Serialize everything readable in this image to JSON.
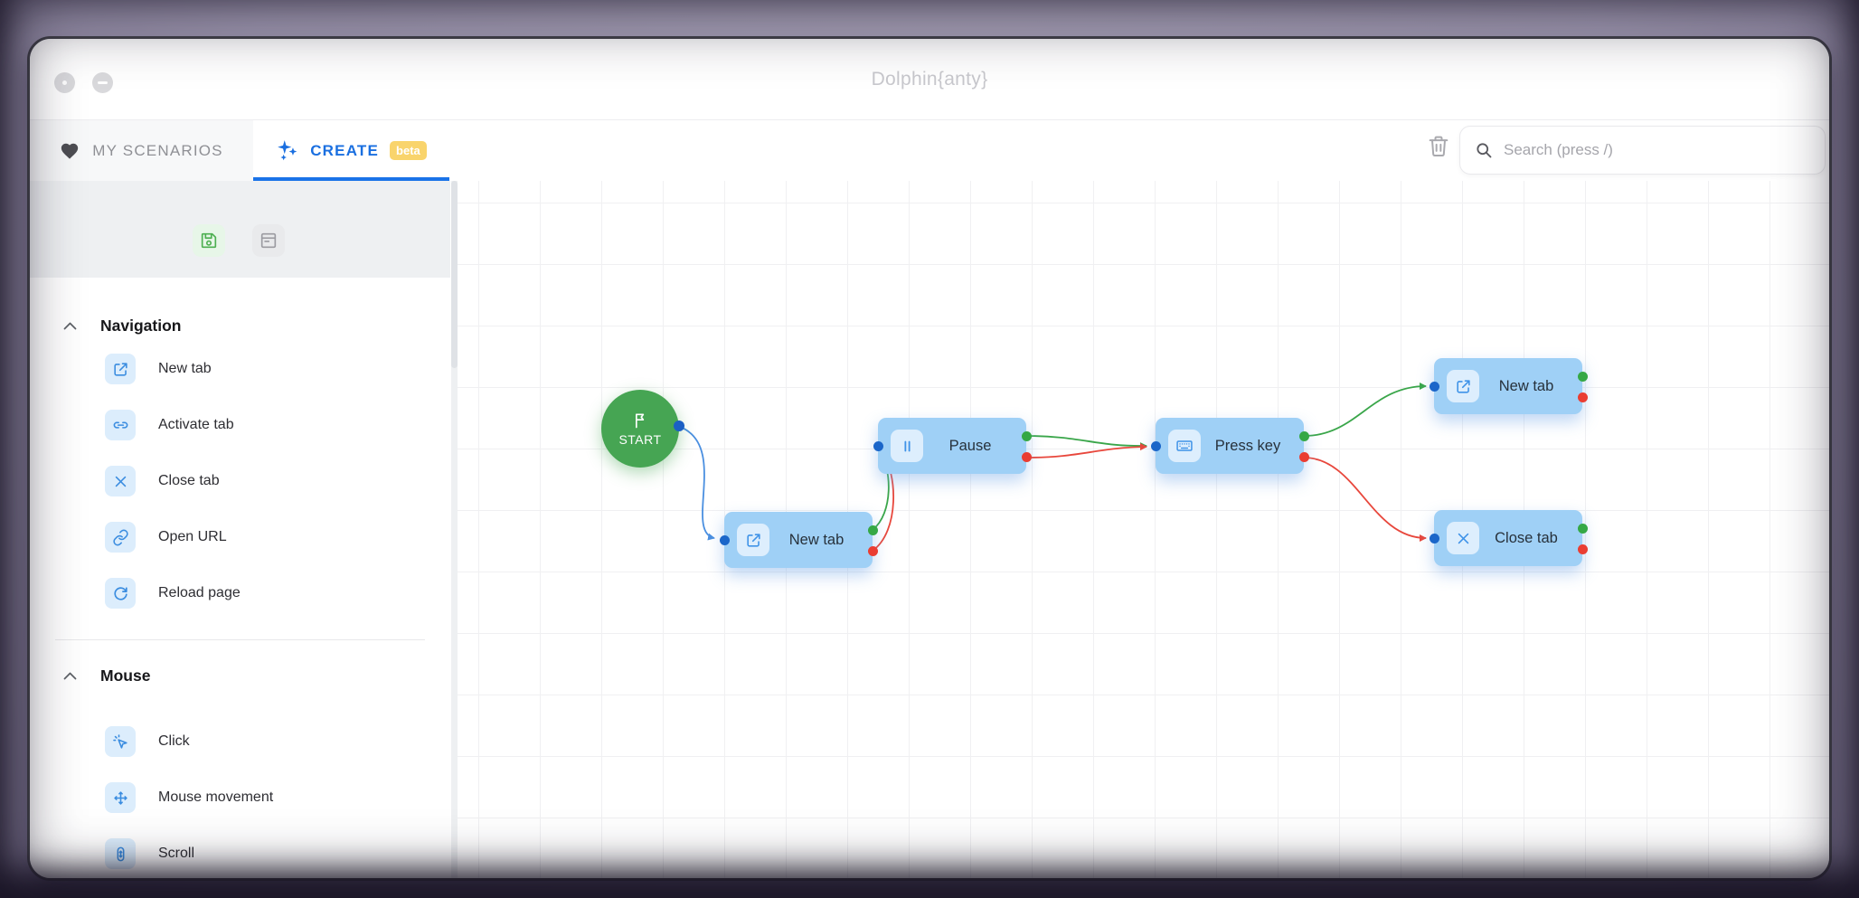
{
  "window": {
    "title": "Dolphin{anty}"
  },
  "tabs": {
    "my_scenarios": {
      "label": "MY SCENARIOS",
      "icon": "heart-icon",
      "active": false
    },
    "create": {
      "label": "CREATE",
      "badge": "beta",
      "icon": "sparkles-icon",
      "active": true
    }
  },
  "toolbar": {
    "trash_icon": "trash-icon",
    "search_placeholder": "Search (press /)",
    "search_value": ""
  },
  "sidebar": {
    "collapse_icon": "chevron-left-icon",
    "actions": [
      {
        "name": "save-scenario",
        "icon": "save-icon",
        "color": "#4caf50"
      },
      {
        "name": "form-view",
        "icon": "form-icon",
        "color": "#9b9ba1"
      }
    ],
    "sections": [
      {
        "label": "Navigation",
        "items": [
          {
            "label": "New tab",
            "icon": "new-tab-icon"
          },
          {
            "label": "Activate tab",
            "icon": "activate-tab-icon"
          },
          {
            "label": "Close tab",
            "icon": "close-tab-icon"
          },
          {
            "label": "Open URL",
            "icon": "open-url-icon"
          },
          {
            "label": "Reload page",
            "icon": "reload-icon"
          }
        ]
      },
      {
        "label": "Mouse",
        "items": [
          {
            "label": "Click",
            "icon": "click-icon"
          },
          {
            "label": "Mouse movement",
            "icon": "mouse-move-icon"
          },
          {
            "label": "Scroll",
            "icon": "scroll-icon"
          }
        ]
      }
    ]
  },
  "canvas": {
    "start_label": "START",
    "nodes": [
      {
        "id": "new-tab-1",
        "label": "New tab",
        "icon": "new-tab-icon"
      },
      {
        "id": "pause",
        "label": "Pause",
        "icon": "pause-icon"
      },
      {
        "id": "press-key",
        "label": "Press key",
        "icon": "keyboard-icon"
      },
      {
        "id": "new-tab-2",
        "label": "New tab",
        "icon": "new-tab-icon"
      },
      {
        "id": "close-tab",
        "label": "Close tab",
        "icon": "close-tab-icon"
      }
    ],
    "edges": [
      {
        "from": "start",
        "port": "out",
        "to": "new-tab-1",
        "color": "#4a8fe0"
      },
      {
        "from": "new-tab-1",
        "port": "success",
        "to": "pause",
        "color": "#3aa64a"
      },
      {
        "from": "new-tab-1",
        "port": "error",
        "to": "pause",
        "color": "#e8473c"
      },
      {
        "from": "pause",
        "port": "success",
        "to": "press-key",
        "color": "#3aa64a"
      },
      {
        "from": "pause",
        "port": "error",
        "to": "press-key",
        "color": "#e8473c"
      },
      {
        "from": "press-key",
        "port": "success",
        "to": "new-tab-2",
        "color": "#3aa64a"
      },
      {
        "from": "press-key",
        "port": "error",
        "to": "close-tab",
        "color": "#e8473c"
      }
    ],
    "port_colors": {
      "input": "#1b66c9",
      "success": "#35a845",
      "error": "#ea3d32"
    }
  },
  "colors": {
    "accent_blue": "#1a73e8",
    "node_blue": "#9fd0f6",
    "start_green": "#46a553",
    "badge_amber": "#f9d46c"
  }
}
